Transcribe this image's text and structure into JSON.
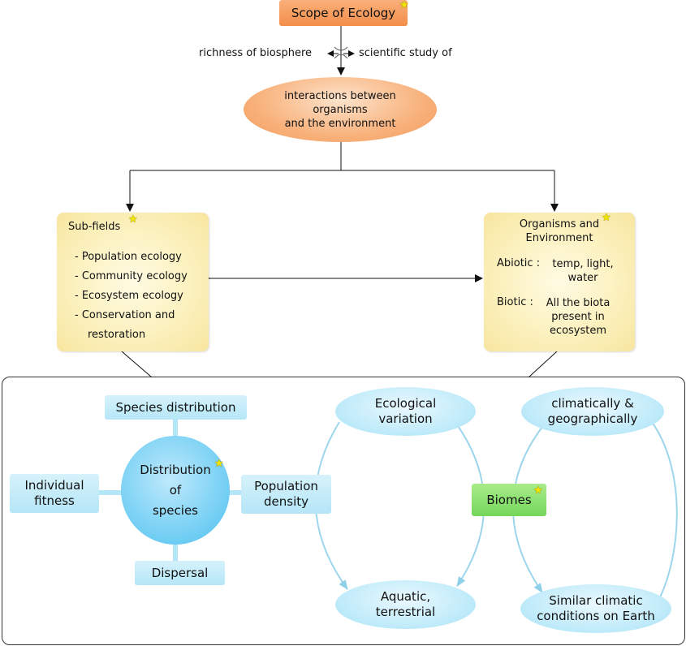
{
  "title": "Scope of Ecology",
  "label_left": "richness of biosphere",
  "label_right": "scientific study of",
  "interactions": {
    "line1": "interactions between",
    "line2": "organisms",
    "line3": "and the environment"
  },
  "subfields": {
    "heading": "Sub-fields",
    "items": [
      "- Population ecology",
      "- Community ecology",
      "- Ecosystem ecology",
      "- Conservation and",
      "restoration"
    ]
  },
  "organisms": {
    "heading_line1": "Organisms and",
    "heading_line2": "Environment",
    "abiotic_label": "Abiotic :",
    "abiotic_line1": "temp, light,",
    "abiotic_line2": "water",
    "biotic_label": "Biotic :",
    "biotic_line1": "All the biota",
    "biotic_line2": "present in",
    "biotic_line3": "ecosystem"
  },
  "distribution": {
    "line1": "Distribution",
    "line2": "of",
    "line3": "species",
    "species_distribution": "Species distribution",
    "individual_fitness_line1": "Individual",
    "individual_fitness_line2": "fitness",
    "population_density_line1": "Population",
    "population_density_line2": "density",
    "dispersal": "Dispersal"
  },
  "biomes": {
    "label": "Biomes",
    "ecological_variation_line1": "Ecological",
    "ecological_variation_line2": "variation",
    "aquatic_line1": "Aquatic,",
    "aquatic_line2": "terrestrial",
    "climatic_line1": "climatically &",
    "climatic_line2": "geographically",
    "similar_line1": "Similar climatic",
    "similar_line2": "conditions on Earth"
  },
  "colors": {
    "title_fill": "#f38d4a",
    "card_fill": "#fbf0bb",
    "blue_fill": "#b5e6f7",
    "circle_fill": "#4ec0ef",
    "biomes_fill": "#74d65a",
    "arc_stroke": "#9dd6ec",
    "star": "#f2e600"
  }
}
